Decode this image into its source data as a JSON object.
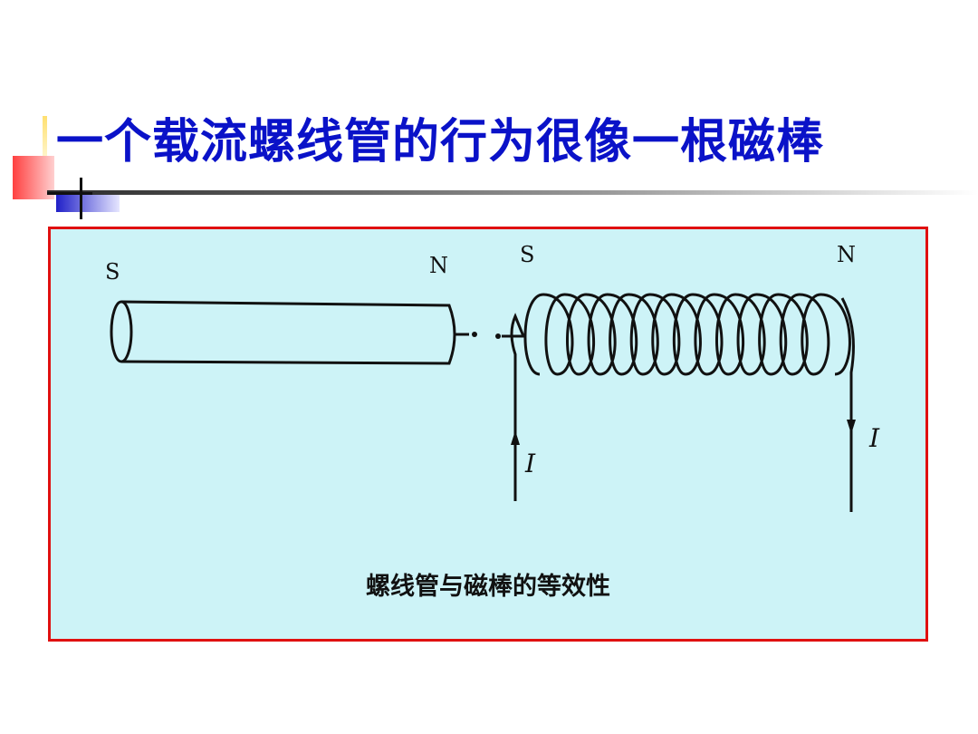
{
  "slide": {
    "title": "一个载流螺线管的行为很像一根磁棒"
  },
  "figure": {
    "magnet": {
      "pole_left": "S",
      "pole_right": "N"
    },
    "solenoid": {
      "pole_left": "S",
      "pole_right": "N",
      "turns": 14
    },
    "current_label_left": "I",
    "current_label_right": "I",
    "caption": "螺线管与磁棒的等效性"
  },
  "colors": {
    "title": "#0a12c8",
    "panel_border": "#e01010",
    "panel_fill": "#cdf3f7"
  }
}
